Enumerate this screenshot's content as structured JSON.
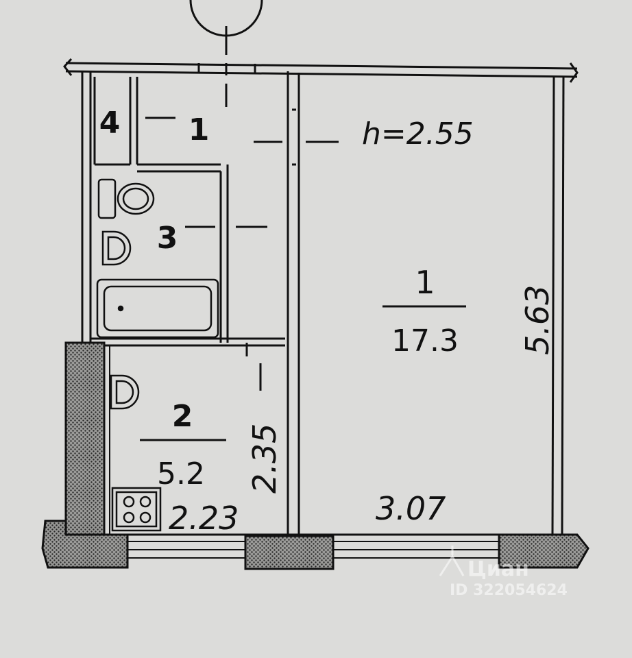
{
  "floor_plan": {
    "ceiling_height": "h=2.55",
    "rooms": [
      {
        "number": "1",
        "area": "17.3"
      },
      {
        "number": "2",
        "area": "5.2"
      },
      {
        "number": "3"
      },
      {
        "number": "1"
      },
      {
        "number": "4"
      }
    ],
    "dimensions": {
      "room_length": "5.63",
      "room_width": "3.07",
      "kitchen_length": "2.35",
      "kitchen_width": "2.23"
    }
  },
  "watermark": {
    "brand": "Циан",
    "id": "ID 322054624"
  }
}
